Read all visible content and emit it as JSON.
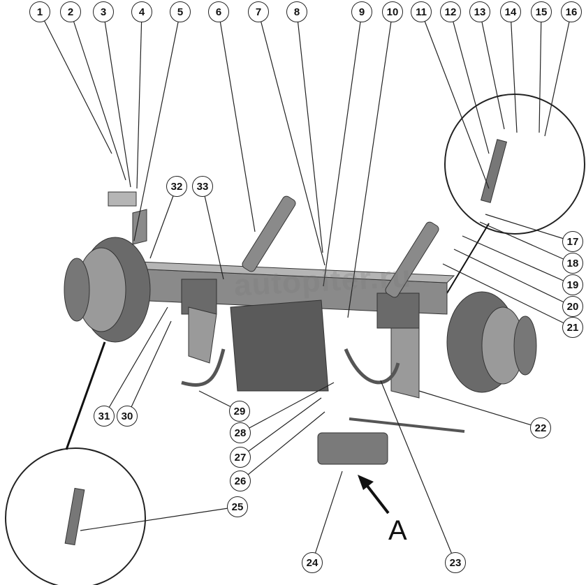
{
  "diagram": {
    "callouts": [
      "1",
      "2",
      "3",
      "4",
      "5",
      "6",
      "7",
      "8",
      "9",
      "10",
      "11",
      "12",
      "13",
      "14",
      "15",
      "16",
      "17",
      "18",
      "19",
      "20",
      "21",
      "22",
      "23",
      "24",
      "25",
      "26",
      "27",
      "28",
      "29",
      "30",
      "31",
      "32",
      "33"
    ],
    "view_label": "A",
    "watermark": "autopiter.ru",
    "colors": {
      "line": "#222222",
      "part_dark": "#5a5a5a",
      "part_mid": "#8a8a8a",
      "part_light": "#b5b5b5"
    }
  }
}
